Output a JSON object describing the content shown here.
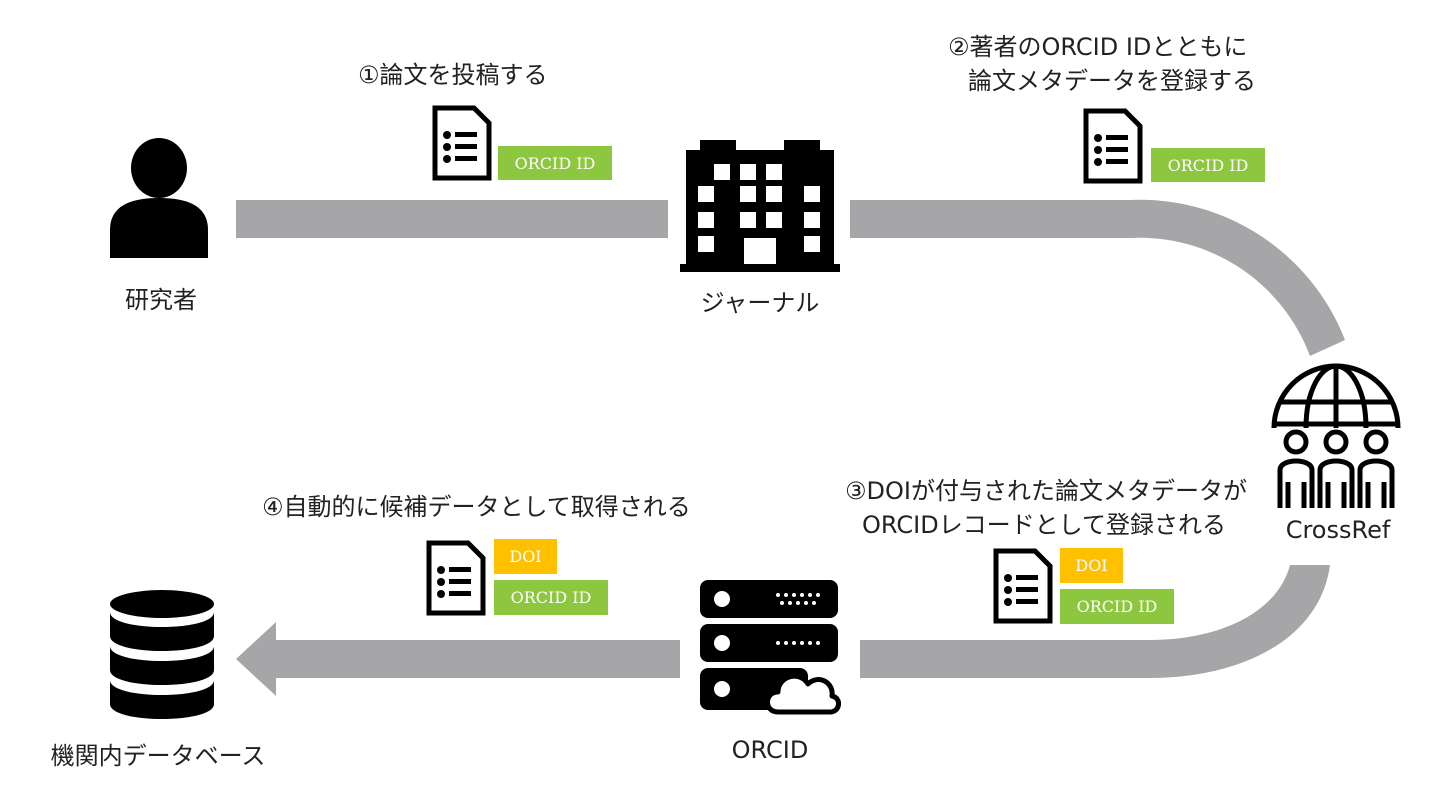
{
  "nodes": {
    "researcher": "研究者",
    "journal": "ジャーナル",
    "crossref": "CrossRef",
    "orcid": "ORCID",
    "database": "機関内データベース"
  },
  "steps": {
    "step1": "①論文を投稿する",
    "step2_line1": "②著者のORCID IDとともに",
    "step2_line2": "論文メタデータを登録する",
    "step3_line1": "③DOIが付与された論文メタデータが",
    "step3_line2": "ORCIDレコードとして登録される",
    "step4": "④自動的に候補データとして取得される"
  },
  "tags": {
    "orcid_id": "ORCID ID",
    "doi": "DOI"
  },
  "icons": {
    "researcher": "person-icon",
    "journal": "office-building-icon",
    "crossref": "globe-people-icon",
    "orcid": "server-cloud-icon",
    "database": "database-icon",
    "document": "document-list-icon"
  },
  "colors": {
    "pipe": "#a6a6a8",
    "tag_green": "#8dc63f",
    "tag_yellow": "#ffc000",
    "icon": "#000000"
  }
}
